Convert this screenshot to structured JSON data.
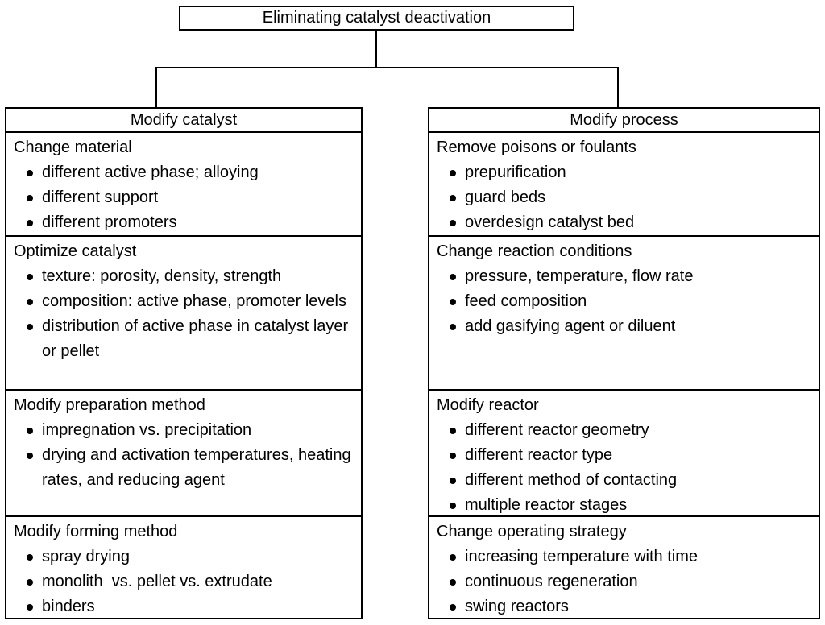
{
  "root": {
    "title": "Eliminating catalyst deactivation"
  },
  "icons": {
    "bullet": "filled-circle"
  },
  "columns": [
    {
      "header": "Modify catalyst",
      "sections": [
        {
          "title": "Change material",
          "items": [
            "different active phase; alloying",
            "different support",
            "different promoters"
          ]
        },
        {
          "title": "Optimize catalyst",
          "items": [
            "texture: porosity, density, strength",
            "composition: active phase, promoter levels",
            "distribution of active phase in catalyst layer or pellet"
          ]
        },
        {
          "title": "Modify preparation method",
          "items": [
            "impregnation vs. precipitation",
            "drying and activation temperatures, heating rates, and reducing agent"
          ]
        },
        {
          "title": "Modify forming method",
          "items": [
            "spray drying",
            "monolith  vs. pellet vs. extrudate",
            "binders"
          ]
        }
      ]
    },
    {
      "header": "Modify process",
      "sections": [
        {
          "title": "Remove poisons or foulants",
          "items": [
            "prepurification",
            "guard beds",
            "overdesign catalyst bed"
          ]
        },
        {
          "title": "Change reaction conditions",
          "items": [
            "pressure, temperature, flow rate",
            "feed composition",
            "add gasifying agent or diluent"
          ]
        },
        {
          "title": "Modify reactor",
          "items": [
            "different reactor geometry",
            "different reactor type",
            "different method of contacting",
            "multiple reactor stages"
          ]
        },
        {
          "title": "Change operating strategy",
          "items": [
            "increasing temperature with time",
            "continuous regeneration",
            "swing reactors"
          ]
        }
      ]
    }
  ]
}
